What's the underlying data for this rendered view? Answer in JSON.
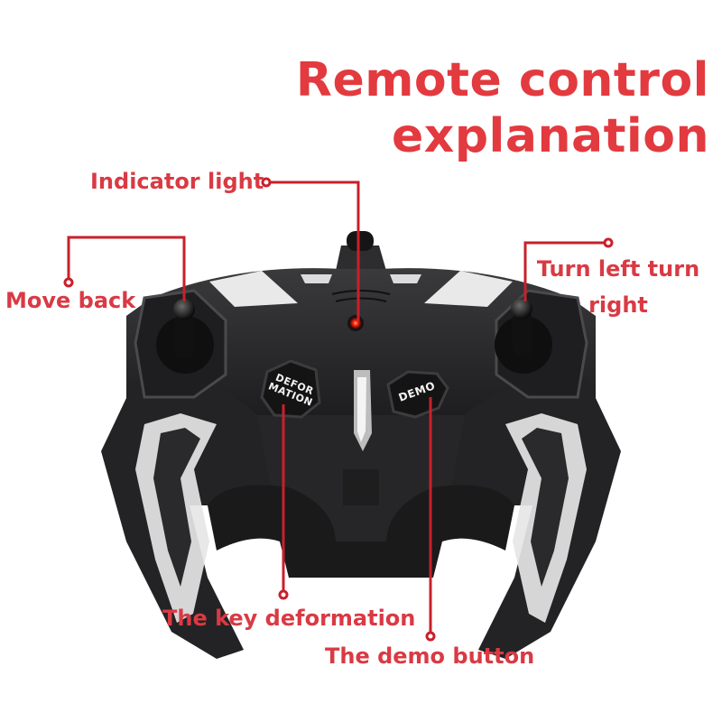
{
  "title": {
    "line1": "Remote control",
    "line2": "explanation"
  },
  "callouts": {
    "indicator_light": "Indicator light",
    "move_back": "Move back",
    "turn_left_right_line1": "Turn left turn",
    "turn_left_right_line2": "right",
    "key_deformation": "The key deformation",
    "demo_button": "The demo button"
  },
  "controller": {
    "deformation_button_line1": "DEFOR",
    "deformation_button_line2": "MATION",
    "demo_button": "DEMO"
  },
  "colors": {
    "accent_red": "#d93a44",
    "title_red": "#e23a3f",
    "controller_body": "#2a2a2c",
    "controller_highlight": "#e6e6e6",
    "indicator_led": "#ff2a10"
  }
}
